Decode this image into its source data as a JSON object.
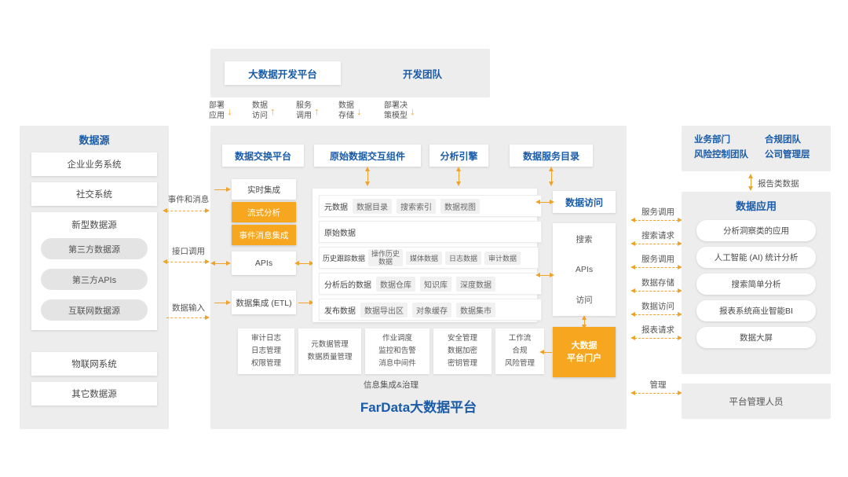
{
  "colors": {
    "blue": "#1a5ba8",
    "orange": "#f6a71f",
    "panel_gray": "#ededed"
  },
  "dev": {
    "platform": "大数据开发平台",
    "team": "开发团队",
    "flows": [
      {
        "l1": "部署",
        "l2": "应用",
        "dir": "down"
      },
      {
        "l1": "数据",
        "l2": "访问",
        "dir": "up"
      },
      {
        "l1": "服务",
        "l2": "调用",
        "dir": "up"
      },
      {
        "l1": "数据",
        "l2": "存储",
        "dir": "down"
      },
      {
        "l1": "部署决",
        "l2": "策模型",
        "dir": "down"
      }
    ]
  },
  "sources": {
    "title": "数据源",
    "items": [
      "企业业务系统",
      "社交系统",
      "物联网系统",
      "其它数据源"
    ],
    "new_group": {
      "title": "新型数据源",
      "pills": [
        "第三方数据源",
        "第三方APIs",
        "互联网数据源"
      ]
    }
  },
  "left_flows": [
    "事件和消息",
    "接口调用",
    "数据输入"
  ],
  "platform": {
    "headers": [
      "数据交换平台",
      "原始数据交互组件",
      "分析引擎",
      "数据服务目录"
    ],
    "exchange": [
      "实时集成",
      "流式分析",
      "事件消息集成",
      "APIs",
      "数据集成 (ETL)"
    ],
    "data_rows": [
      {
        "label": "元数据",
        "chips": [
          "数据目录",
          "搜索索引",
          "数据视图"
        ]
      },
      {
        "label": "原始数据",
        "chips": []
      },
      {
        "label": "历史跟踪数据",
        "chips": [
          "操作历史数据",
          "媒体数据",
          "日志数据",
          "审计数据"
        ]
      },
      {
        "label": "分析后的数据",
        "chips": [
          "数据仓库",
          "知识库",
          "深度数据"
        ]
      },
      {
        "label": "发布数据",
        "chips": [
          "数据导出区",
          "对象缓存",
          "数据集市"
        ]
      }
    ],
    "access": {
      "title": "数据访问",
      "items": [
        "搜索",
        "APIs",
        "访问"
      ]
    },
    "governance": [
      [
        "审计日志",
        "日志管理",
        "权限管理"
      ],
      [
        "元数据管理",
        "数据质量管理"
      ],
      [
        "作业调度",
        "监控和告警",
        "消息中间件"
      ],
      [
        "安全管理",
        "数据加密",
        "密钥管理"
      ],
      [
        "工作流",
        "合规",
        "风险管理"
      ]
    ],
    "governance_label": "信息集成&治理",
    "portal": [
      "大数据",
      "平台门户"
    ],
    "title": "FarData大数据平台"
  },
  "right_flows": [
    "服务调用",
    "搜索请求",
    "服务调用",
    "数据存储",
    "数据访问",
    "报表请求",
    "管理"
  ],
  "consumers": {
    "groups": [
      [
        "业务部门",
        "风险控制团队"
      ],
      [
        "合规团队",
        "公司管理层"
      ]
    ],
    "report_flow": "报告类数据"
  },
  "apps": {
    "title": "数据应用",
    "items": [
      "分析洞察类的应用",
      "人工智能 (AI) 统计分析",
      "搜索简单分析",
      "报表系统商业智能BI",
      "数据大屏"
    ]
  },
  "admin": "平台管理人员"
}
